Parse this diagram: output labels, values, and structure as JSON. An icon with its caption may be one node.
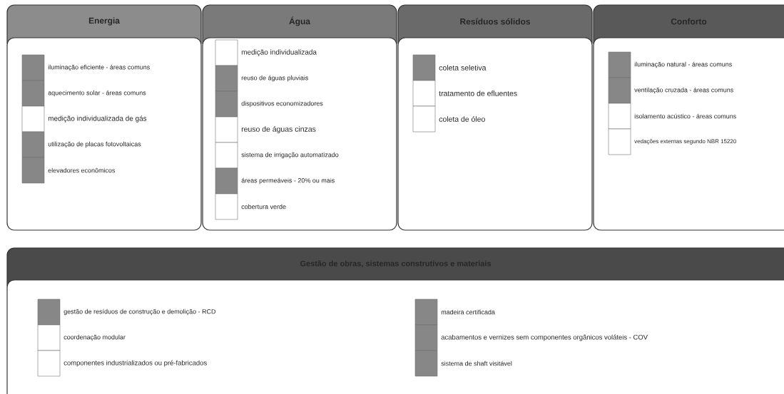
{
  "diagram": {
    "nodes": [
      {
        "text": [
          "Energia"
        ]
      },
      {
        "text": [
          "iluminação eficiente - áreas comuns"
        ],
        "in": 0
      },
      {
        "text": [
          "aquecimento solar - áreas comuns"
        ],
        "in": 0
      },
      {
        "text": [
          "medição individualizada de gás"
        ],
        "in": 0
      },
      {
        "text": [
          "utilização de placas fotovoltaicas"
        ],
        "in": 0
      },
      {
        "text": [
          "elevadores econômicos"
        ],
        "in": 0
      },
      {
        "text": [
          "Água"
        ]
      },
      {
        "text": [
          "medição individualizada"
        ],
        "in": 6
      },
      {
        "text": [
          "reuso de águas pluviais"
        ],
        "in": 6
      },
      {
        "text": [
          "dispositivos economizadores"
        ],
        "in": 6
      },
      {
        "text": [
          "reuso de águas cinzas"
        ],
        "in": 6
      },
      {
        "text": [
          "sistema de irrigação automatizado"
        ],
        "in": 6
      },
      {
        "text": [
          "áreas permeáveis - 20% ou mais"
        ],
        "in": 6
      },
      {
        "text": [
          "cobertura verde"
        ],
        "in": 6
      },
      {
        "text": [
          "Resíduos sólidos"
        ]
      },
      {
        "text": [
          "coleta seletiva"
        ],
        "in": 14
      },
      {
        "text": [
          "tratamento de efluentes"
        ],
        "in": 14
      },
      {
        "text": [
          "coleta de óleo"
        ],
        "in": 14
      },
      {
        "text": [
          "Conforto"
        ]
      },
      {
        "text": [
          "iluminação natural - áreas comuns"
        ],
        "in": 18
      },
      {
        "text": [
          "ventilação cruzada - áreas comuns"
        ],
        "in": 18
      },
      {
        "text": [
          "isolamento acústico - áreas comuns"
        ],
        "in": 18
      },
      {
        "text": [
          "vedações externas segundo NBR 15220"
        ],
        "in": 18
      },
      {
        "text": [
          "Gestão de obras, sistemas construtivos e materiais"
        ]
      },
      {
        "text": [
          "gestão de resíduos de construção e demolição - RCD"
        ],
        "in": 23
      },
      {
        "text": [
          "coordenação modular"
        ],
        "in": 23
      },
      {
        "text": [
          "componentes industrializados ou pré-fabricados"
        ],
        "in": 23
      },
      {
        "text": [
          "madeira certificada"
        ],
        "in": 23
      },
      {
        "text": [
          "acabamentos e vernizes sem componentes orgânicos voláteis - COV"
        ],
        "in": 23
      },
      {
        "text": [
          "sistema de shaft visitável"
        ],
        "in": 23
      }
    ]
  }
}
